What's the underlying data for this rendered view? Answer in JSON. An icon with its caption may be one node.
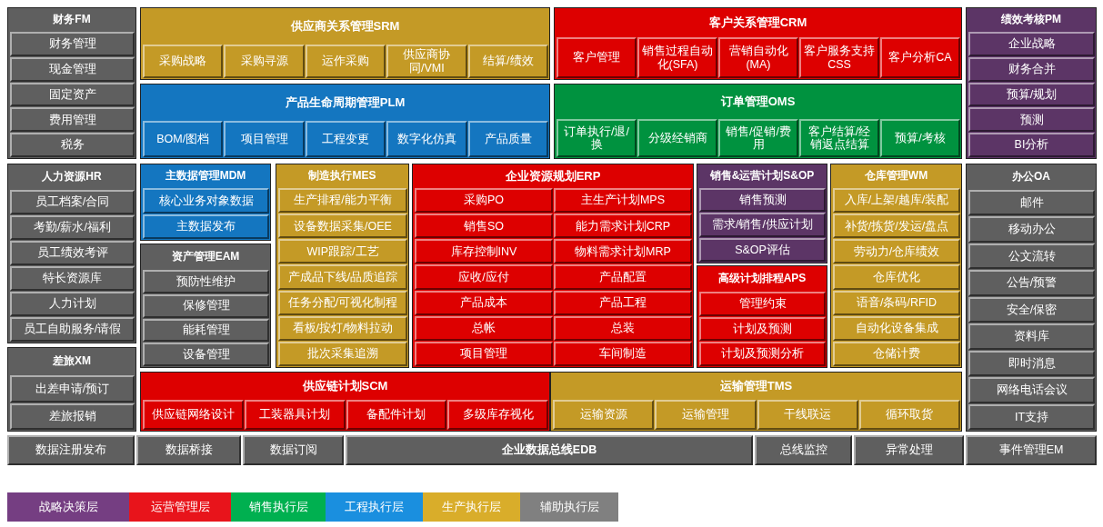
{
  "diagram": {
    "nodes": [
      {
        "text": [
          "财务FM"
        ]
      },
      {
        "text": [
          "财务管理"
        ],
        "in": 0
      },
      {
        "text": [
          "现金管理"
        ],
        "in": 0
      },
      {
        "text": [
          "固定资产"
        ],
        "in": 0
      },
      {
        "text": [
          "费用管理"
        ],
        "in": 0
      },
      {
        "text": [
          "税务"
        ],
        "in": 0
      },
      {
        "text": [
          "供应商关系管理SRM"
        ]
      },
      {
        "text": [
          "采购战略"
        ],
        "in": 6
      },
      {
        "text": [
          "采购寻源"
        ],
        "in": 6
      },
      {
        "text": [
          "运作采购"
        ],
        "in": 6
      },
      {
        "text": [
          "供应商协同/VMI"
        ],
        "in": 6
      },
      {
        "text": [
          "结算/绩效"
        ],
        "in": 6
      },
      {
        "text": [
          "客户关系管理CRM"
        ]
      },
      {
        "text": [
          "客户管理"
        ],
        "in": 12
      },
      {
        "text": [
          "销售过程自动化(SFA)"
        ],
        "in": 12
      },
      {
        "text": [
          "营销自动化(MA)"
        ],
        "in": 12
      },
      {
        "text": [
          "客户服务支持CSS"
        ],
        "in": 12
      },
      {
        "text": [
          "客户分析CA"
        ],
        "in": 12
      },
      {
        "text": [
          "绩效考核PM"
        ]
      },
      {
        "text": [
          "企业战略"
        ],
        "in": 18
      },
      {
        "text": [
          "财务合并"
        ],
        "in": 18
      },
      {
        "text": [
          "预算/规划"
        ],
        "in": 18
      },
      {
        "text": [
          "预测"
        ],
        "in": 18
      },
      {
        "text": [
          "BI分析"
        ],
        "in": 18
      },
      {
        "text": [
          "产品生命周期管理PLM"
        ]
      },
      {
        "text": [
          "BOM/图档"
        ],
        "in": 24
      },
      {
        "text": [
          "项目管理"
        ],
        "in": 24
      },
      {
        "text": [
          "工程变更"
        ],
        "in": 24
      },
      {
        "text": [
          "数字化仿真"
        ],
        "in": 24
      },
      {
        "text": [
          "产品质量"
        ],
        "in": 24
      },
      {
        "text": [
          "订单管理OMS"
        ]
      },
      {
        "text": [
          "订单执行/退/换"
        ],
        "in": 30
      },
      {
        "text": [
          "分级经销商"
        ],
        "in": 30
      },
      {
        "text": [
          "销售/促销/费用"
        ],
        "in": 30
      },
      {
        "text": [
          "客户结算/经销返点结算"
        ],
        "in": 30
      },
      {
        "text": [
          "预算/考核"
        ],
        "in": 30
      },
      {
        "text": [
          "人力资源HR"
        ]
      },
      {
        "text": [
          "员工档案/合同"
        ],
        "in": 36
      },
      {
        "text": [
          "考勤/薪水/福利"
        ],
        "in": 36
      },
      {
        "text": [
          "员工绩效考评"
        ],
        "in": 36
      },
      {
        "text": [
          "特长资源库"
        ],
        "in": 36
      },
      {
        "text": [
          "人力计划"
        ],
        "in": 36
      },
      {
        "text": [
          "员工自助服务/请假"
        ],
        "in": 36
      },
      {
        "text": [
          "主数据管理MDM"
        ]
      },
      {
        "text": [
          "核心业务对象数据"
        ],
        "in": 43
      },
      {
        "text": [
          "主数据发布"
        ],
        "in": 43
      },
      {
        "text": [
          "制造执行MES"
        ]
      },
      {
        "text": [
          "生产排程/能力平衡"
        ],
        "in": 46
      },
      {
        "text": [
          "设备数据采集/OEE"
        ],
        "in": 46
      },
      {
        "text": [
          "WIP跟踪/工艺"
        ],
        "in": 46
      },
      {
        "text": [
          "产成品下线/品质追踪"
        ],
        "in": 46
      },
      {
        "text": [
          "任务分配/可视化制程"
        ],
        "in": 46
      },
      {
        "text": [
          "看板/按灯/物料拉动"
        ],
        "in": 46
      },
      {
        "text": [
          "批次采集追溯"
        ],
        "in": 46
      },
      {
        "text": [
          "企业资源规划ERP"
        ]
      },
      {
        "text": [
          "采购PO"
        ],
        "in": 54
      },
      {
        "text": [
          "主生产计划MPS"
        ],
        "in": 54
      },
      {
        "text": [
          "销售SO"
        ],
        "in": 54
      },
      {
        "text": [
          "能力需求计划CRP"
        ],
        "in": 54
      },
      {
        "text": [
          "库存控制INV"
        ],
        "in": 54
      },
      {
        "text": [
          "物料需求计划MRP"
        ],
        "in": 54
      },
      {
        "text": [
          "应收/应付"
        ],
        "in": 54
      },
      {
        "text": [
          "产品配置"
        ],
        "in": 54
      },
      {
        "text": [
          "产品成本"
        ],
        "in": 54
      },
      {
        "text": [
          "产品工程"
        ],
        "in": 54
      },
      {
        "text": [
          "总帐"
        ],
        "in": 54
      },
      {
        "text": [
          "总装"
        ],
        "in": 54
      },
      {
        "text": [
          "项目管理"
        ],
        "in": 54
      },
      {
        "text": [
          "车间制造"
        ],
        "in": 54
      },
      {
        "text": [
          "销售&运营计划S&OP"
        ]
      },
      {
        "text": [
          "销售预测"
        ],
        "in": 69
      },
      {
        "text": [
          "需求/销售/供应计划"
        ],
        "in": 69
      },
      {
        "text": [
          "S&OP评估"
        ],
        "in": 69
      },
      {
        "text": [
          "仓库管理WM"
        ]
      },
      {
        "text": [
          "入库/上架/越库/装配"
        ],
        "in": 73
      },
      {
        "text": [
          "补货/拣货/发运/盘点"
        ],
        "in": 73
      },
      {
        "text": [
          "劳动力/仓库绩效"
        ],
        "in": 73
      },
      {
        "text": [
          "仓库优化"
        ],
        "in": 73
      },
      {
        "text": [
          "语音/条码/RFID"
        ],
        "in": 73
      },
      {
        "text": [
          "自动化设备集成"
        ],
        "in": 73
      },
      {
        "text": [
          "仓储计费"
        ],
        "in": 73
      },
      {
        "text": [
          "办公OA"
        ]
      },
      {
        "text": [
          "邮件"
        ],
        "in": 81
      },
      {
        "text": [
          "移动办公"
        ],
        "in": 81
      },
      {
        "text": [
          "公文流转"
        ],
        "in": 81
      },
      {
        "text": [
          "公告/预警"
        ],
        "in": 81
      },
      {
        "text": [
          "安全/保密"
        ],
        "in": 81
      },
      {
        "text": [
          "资料库"
        ],
        "in": 81
      },
      {
        "text": [
          "即时消息"
        ],
        "in": 81
      },
      {
        "text": [
          "网络电话会议"
        ],
        "in": 81
      },
      {
        "text": [
          "IT支持"
        ],
        "in": 81
      },
      {
        "text": [
          "资产管理EAM"
        ]
      },
      {
        "text": [
          "预防性维护"
        ],
        "in": 91
      },
      {
        "text": [
          "保修管理"
        ],
        "in": 91
      },
      {
        "text": [
          "能耗管理"
        ],
        "in": 91
      },
      {
        "text": [
          "设备管理"
        ],
        "in": 91
      },
      {
        "text": [
          "高级计划排程APS"
        ]
      },
      {
        "text": [
          "管理约束"
        ],
        "in": 96
      },
      {
        "text": [
          "计划及预测"
        ],
        "in": 96
      },
      {
        "text": [
          "计划及预测分析"
        ],
        "in": 96
      },
      {
        "text": [
          "差旅XM"
        ]
      },
      {
        "text": [
          "出差申请/预订"
        ],
        "in": 100
      },
      {
        "text": [
          "差旅报销"
        ],
        "in": 100
      },
      {
        "text": [
          "供应链计划SCM"
        ]
      },
      {
        "text": [
          "供应链网络设计"
        ],
        "in": 103
      },
      {
        "text": [
          "工装器具计划"
        ],
        "in": 103
      },
      {
        "text": [
          "备配件计划"
        ],
        "in": 103
      },
      {
        "text": [
          "多级库存视化"
        ],
        "in": 103
      },
      {
        "text": [
          "运输管理TMS"
        ]
      },
      {
        "text": [
          "运输资源"
        ],
        "in": 108
      },
      {
        "text": [
          "运输管理"
        ],
        "in": 108
      },
      {
        "text": [
          "干线联运"
        ],
        "in": 108
      },
      {
        "text": [
          "循环取货"
        ],
        "in": 108
      },
      {
        "text": [
          "数据注册发布"
        ]
      },
      {
        "text": [
          "数据桥接"
        ]
      },
      {
        "text": [
          "数据订阅"
        ]
      },
      {
        "text": [
          "企业数据总线EDB"
        ]
      },
      {
        "text": [
          "总线监控"
        ]
      },
      {
        "text": [
          "异常处理"
        ]
      },
      {
        "text": [
          "事件管理EM"
        ]
      }
    ],
    "legend": [
      {
        "text": "战略决策层",
        "color": "#753e82"
      },
      {
        "text": "运营管理层",
        "color": "#e8141b"
      },
      {
        "text": "销售执行层",
        "color": "#00b050"
      },
      {
        "text": "工程执行层",
        "color": "#1a8fdf"
      },
      {
        "text": "生产执行层",
        "color": "#d9ad2a"
      },
      {
        "text": "辅助执行层",
        "color": "#808080"
      }
    ]
  }
}
